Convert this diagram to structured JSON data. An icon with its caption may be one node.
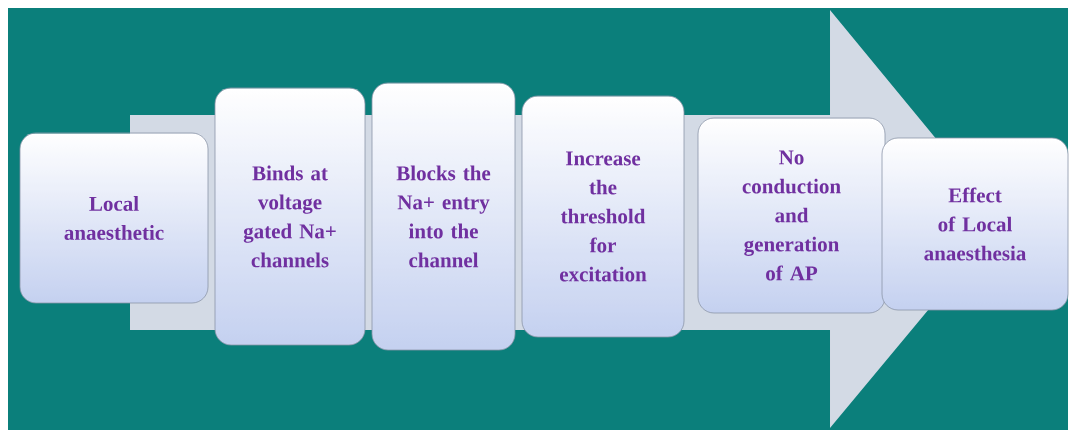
{
  "diagram": {
    "nodes": [
      {
        "text": [
          "Local anaesthetic"
        ]
      },
      {
        "text": [
          "Binds at voltage gated Na+ channels"
        ]
      },
      {
        "text": [
          "Blocks the Na+ entry into the channel"
        ]
      },
      {
        "text": [
          "Increase the threshold for excitation"
        ]
      },
      {
        "text": [
          "No conduction and generation of AP"
        ]
      },
      {
        "text": [
          "Effect of Local anaesthesia"
        ]
      }
    ],
    "edges": [
      {
        "from": 0,
        "to": 5,
        "arrow": "to"
      }
    ]
  }
}
